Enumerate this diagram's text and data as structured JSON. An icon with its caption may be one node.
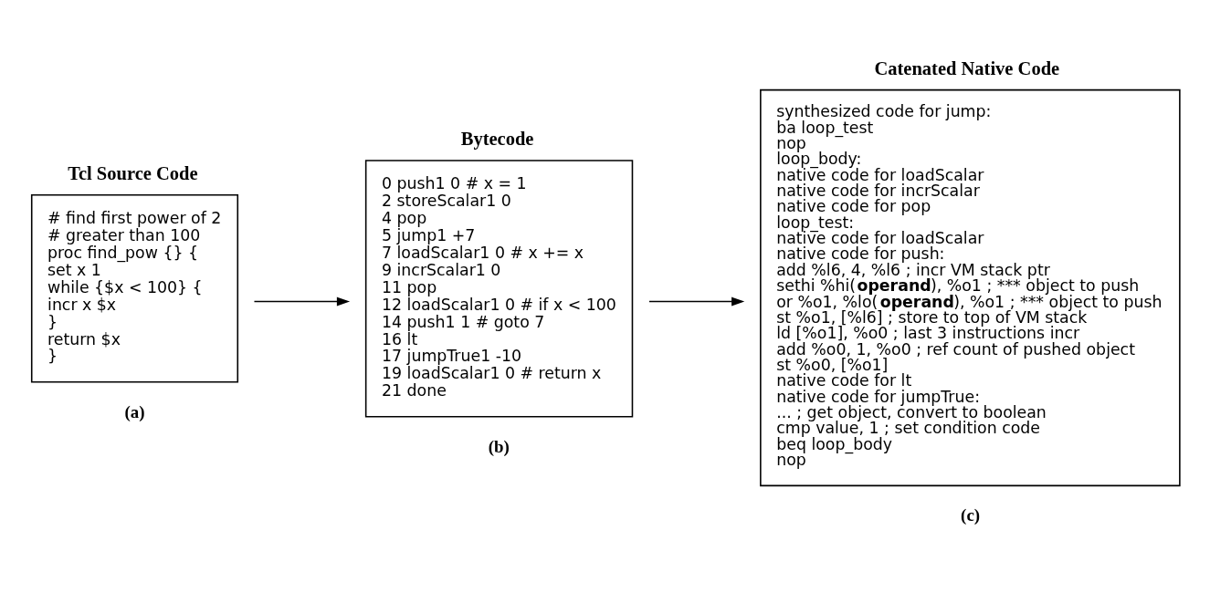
{
  "diagram": {
    "nodes": [
      {
        "text": [
          "Tcl Source Code",
          "# find first power of 2",
          "# greater than 100",
          "proc find_pow {} {",
          "set x 1",
          "while {$x < 100} {",
          "incr x $x",
          "}",
          "return $x",
          "}"
        ],
        "beside": [
          "(a)"
        ]
      },
      {
        "text": [
          "Bytecode",
          "0 push1 0 # x = 1",
          "2 storeScalar1 0",
          "4 pop",
          "5 jump1 +7",
          "7 loadScalar1 0 # x += x",
          "9 incrScalar1 0",
          "11 pop",
          "12 loadScalar1 0 # if x < 100",
          "14 push1 1 # goto 7",
          "16 lt",
          "17 jumpTrue1 -10",
          "19 loadScalar1 0 # return x",
          "21 done"
        ],
        "beside": [
          "(b)"
        ]
      },
      {
        "text": [
          "Catenated Native Code",
          "synthesized code for jump:",
          "ba loop_test",
          "nop",
          "loop_body:",
          "native code for loadScalar",
          "native code for incrScalar",
          "native code for pop",
          "loop_test:",
          "native code for loadScalar",
          "native code for push:",
          "add %l6, 4, %l6 ; incr VM stack ptr",
          "sethi %hi(**operand**), %o1 ; *** object to push",
          "or %o1, %lo(**operand**), %o1 ; *** object to push",
          "st %o1, [%l6] ; store to top of VM stack",
          "ld [%o1], %o0 ; last 3 instructions incr",
          "add %o0, 1, %o0 ; ref count of pushed object",
          "st %o0, [%o1]",
          "native code for lt",
          "native code for jumpTrue:",
          "... ; get object, convert to boolean",
          "cmp value, 1 ; set condition code",
          "beq loop_body",
          "nop"
        ],
        "beside": [
          "(c)"
        ]
      }
    ],
    "edges": [
      {
        "from": 0,
        "to": 1,
        "arrow": "to"
      },
      {
        "from": 1,
        "to": 2,
        "arrow": "to"
      }
    ]
  }
}
